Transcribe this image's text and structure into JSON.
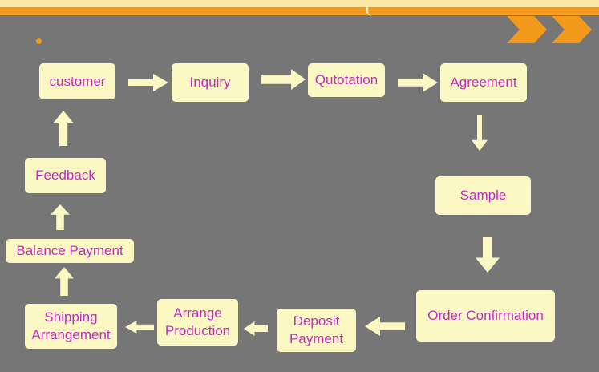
{
  "diagram": {
    "nodes": {
      "customer": "customer",
      "inquiry": "Inquiry",
      "quotation": "Qutotation",
      "agreement": "Agreement",
      "sample": "Sample",
      "order_confirmation": "Order Confirmation",
      "deposit_payment": "Deposit\nPayment",
      "arrange_production": "Arrange\nProduction",
      "shipping_arrangement": "Shipping\nArrangement",
      "balance_payment": "Balance Payment",
      "feedback": "Feedback"
    },
    "flow": [
      "customer",
      "inquiry",
      "quotation",
      "agreement",
      "sample",
      "order_confirmation",
      "deposit_payment",
      "arrange_production",
      "shipping_arrangement",
      "balance_payment",
      "feedback",
      "customer"
    ]
  },
  "colors": {
    "background": "#767676",
    "accent_orange": "#f39a1c",
    "node_fill": "#fcf8c4",
    "node_text": "#c42bc4"
  }
}
